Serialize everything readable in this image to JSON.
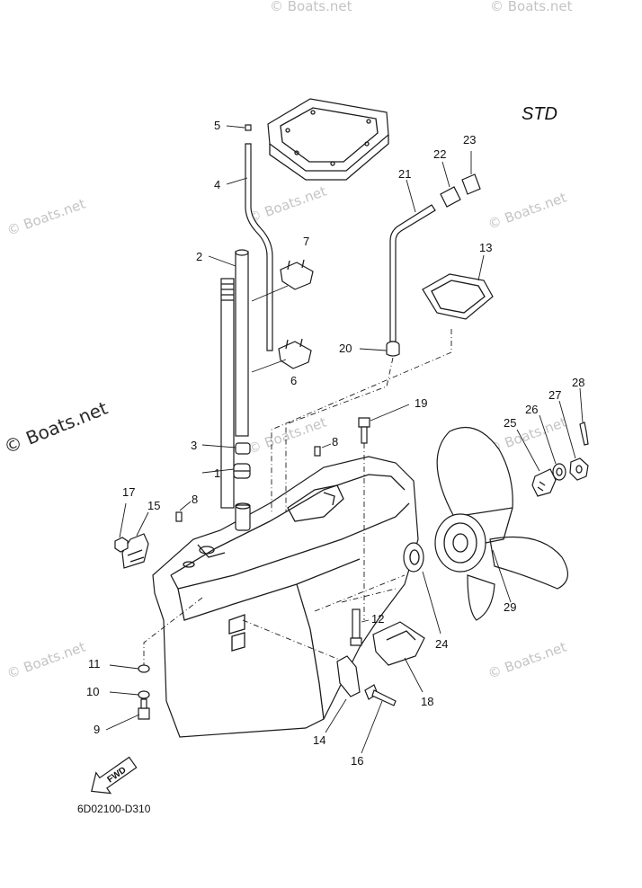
{
  "diagram": {
    "variant_label": "STD",
    "drawing_code": "6D02100-D310",
    "fwd_label": "FWD",
    "copyright_label": "© Boats.net",
    "watermark_text": "© Boats.net",
    "callouts": [
      {
        "label": "1"
      },
      {
        "label": "2"
      },
      {
        "label": "3"
      },
      {
        "label": "4"
      },
      {
        "label": "5"
      },
      {
        "label": "6"
      },
      {
        "label": "7"
      },
      {
        "label": "8"
      },
      {
        "label": "8"
      },
      {
        "label": "9"
      },
      {
        "label": "10"
      },
      {
        "label": "11"
      },
      {
        "label": "12"
      },
      {
        "label": "13"
      },
      {
        "label": "14"
      },
      {
        "label": "15"
      },
      {
        "label": "16"
      },
      {
        "label": "17"
      },
      {
        "label": "18"
      },
      {
        "label": "19"
      },
      {
        "label": "20"
      },
      {
        "label": "21"
      },
      {
        "label": "22"
      },
      {
        "label": "23"
      },
      {
        "label": "24"
      },
      {
        "label": "25"
      },
      {
        "label": "26"
      },
      {
        "label": "27"
      },
      {
        "label": "28"
      },
      {
        "label": "29"
      }
    ]
  }
}
